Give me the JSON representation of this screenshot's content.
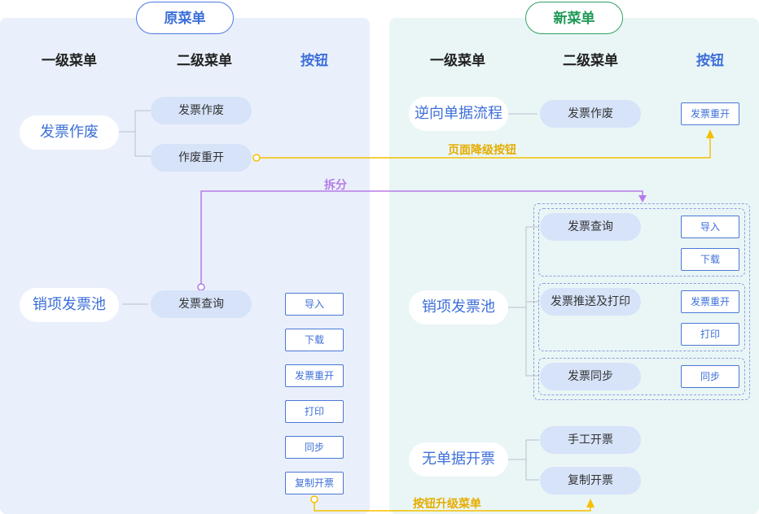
{
  "old_menu": {
    "title": "原菜单",
    "headers": {
      "level1": "一级菜单",
      "level2": "二级菜单",
      "buttons": "按钮"
    },
    "level1": {
      "invoice_void": "发票作废",
      "sales_pool": "销项发票池"
    },
    "level2": {
      "invoice_void": "发票作废",
      "void_reissue": "作废重开",
      "invoice_query": "发票查询"
    },
    "buttons": [
      "导入",
      "下载",
      "发票重开",
      "打印",
      "同步",
      "复制开票"
    ]
  },
  "new_menu": {
    "title": "新菜单",
    "headers": {
      "level1": "一级菜单",
      "level2": "二级菜单",
      "buttons": "按钮"
    },
    "level1": {
      "reverse_flow": "逆向单据流程",
      "sales_pool": "销项发票池",
      "no_doc_invoicing": "无单据开票"
    },
    "level2": {
      "invoice_void": "发票作废",
      "invoice_query": "发票查询",
      "push_print": "发票推送及打印",
      "invoice_sync": "发票同步",
      "manual_invoicing": "手工开票",
      "copy_invoicing": "复制开票"
    },
    "buttons": {
      "reissue_top": "发票重开",
      "import": "导入",
      "download": "下载",
      "reissue": "发票重开",
      "print": "打印",
      "sync": "同步"
    }
  },
  "connections": {
    "downgrade_label": "页面降级按钮",
    "split_label": "拆分",
    "upgrade_label": "按钮升级菜单"
  },
  "colors": {
    "old_accent": "#3d6fd9",
    "new_accent": "#1e9a55",
    "downgrade_line": "#f5c000",
    "split_line": "#b57be8",
    "upgrade_line": "#f5c000"
  }
}
